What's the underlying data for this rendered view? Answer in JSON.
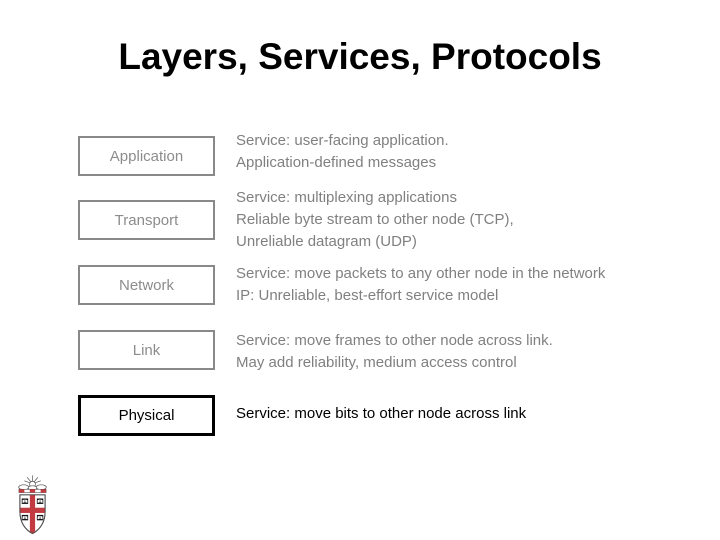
{
  "title": "Layers, Services, Protocols",
  "layers": [
    {
      "name": "Application",
      "service_lines": [
        "Service: user-facing application.",
        "Application-defined messages"
      ]
    },
    {
      "name": "Transport",
      "service_lines": [
        "Service: multiplexing applications",
        "Reliable byte stream to other node (TCP),",
        "Unreliable datagram (UDP)"
      ]
    },
    {
      "name": "Network",
      "service_lines": [
        "Service: move packets to any other node in the network",
        "IP: Unreliable, best-effort service model"
      ]
    },
    {
      "name": "Link",
      "service_lines": [
        "Service: move frames to other node across link.",
        "May add reliability, medium access control"
      ]
    },
    {
      "name": "Physical",
      "service_lines": [
        "Service: move bits to other node across link"
      ]
    }
  ],
  "logo": {
    "name": "brown-university-crest"
  },
  "colors": {
    "muted": "#808080",
    "muted_label": "#8c8c8c",
    "border_gray": "#898989",
    "ink": "#000000",
    "crest_red": "#c13b41",
    "crest_outline": "#4d4d4d"
  }
}
